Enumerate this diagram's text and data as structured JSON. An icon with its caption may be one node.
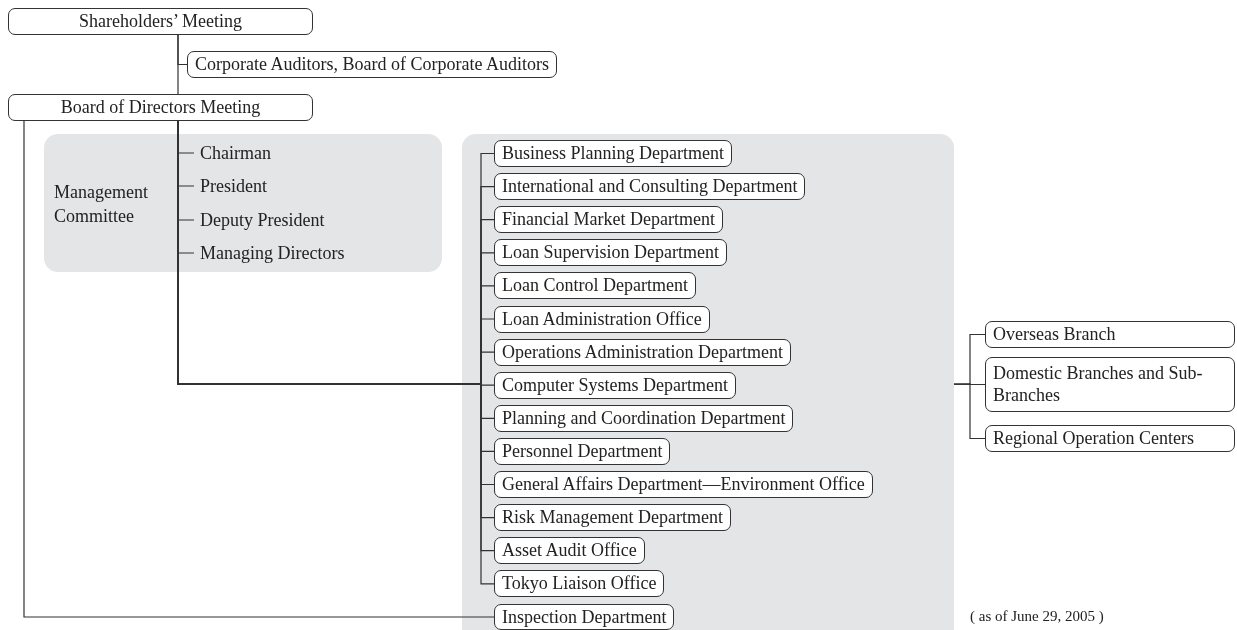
{
  "diagram": {
    "nodes": [
      {
        "text": [
          "Shareholders’ Meeting"
        ]
      },
      {
        "text": [
          "Corporate Auditors, Board of Corporate Auditors"
        ]
      },
      {
        "text": [
          "Board of Directors Meeting"
        ]
      },
      {
        "text": [
          "Management Committee"
        ]
      },
      {
        "text": [
          "Chairman"
        ],
        "in": 3
      },
      {
        "text": [
          "President"
        ],
        "in": 3
      },
      {
        "text": [
          "Deputy President"
        ],
        "in": 3
      },
      {
        "text": [
          "Managing Directors"
        ],
        "in": 3
      },
      {
        "text": [
          "Business Planning Department"
        ]
      },
      {
        "text": [
          "International and Consulting Department"
        ]
      },
      {
        "text": [
          "Financial Market Department"
        ]
      },
      {
        "text": [
          "Loan Supervision Department"
        ]
      },
      {
        "text": [
          "Loan Control Department"
        ]
      },
      {
        "text": [
          "Loan Administration Office"
        ]
      },
      {
        "text": [
          "Operations Administration Department"
        ]
      },
      {
        "text": [
          "Computer Systems Department"
        ]
      },
      {
        "text": [
          "Planning and Coordination Department"
        ]
      },
      {
        "text": [
          "Personnel Department"
        ]
      },
      {
        "text": [
          "General Affairs Department—Environment Office"
        ]
      },
      {
        "text": [
          "Risk Management Department"
        ]
      },
      {
        "text": [
          "Asset Audit Office"
        ]
      },
      {
        "text": [
          "Tokyo Liaison Office"
        ]
      },
      {
        "text": [
          "Inspection Department"
        ]
      },
      {
        "text": [
          "Overseas Branch"
        ]
      },
      {
        "text": [
          "Domestic Branches and Sub-Branches"
        ]
      },
      {
        "text": [
          "Regional Operation Centers"
        ]
      }
    ],
    "edges": [
      {
        "from": 0,
        "to": 2,
        "arrow": "none"
      },
      {
        "from": 0,
        "to": 1,
        "arrow": "none"
      },
      {
        "from": 2,
        "to": 4,
        "arrow": "none"
      },
      {
        "from": 2,
        "to": 5,
        "arrow": "none"
      },
      {
        "from": 2,
        "to": 6,
        "arrow": "none"
      },
      {
        "from": 2,
        "to": 7,
        "arrow": "none"
      },
      {
        "from": 2,
        "to": 8,
        "arrow": "none"
      },
      {
        "from": 2,
        "to": 9,
        "arrow": "none"
      },
      {
        "from": 2,
        "to": 10,
        "arrow": "none"
      },
      {
        "from": 2,
        "to": 11,
        "arrow": "none"
      },
      {
        "from": 2,
        "to": 12,
        "arrow": "none"
      },
      {
        "from": 2,
        "to": 13,
        "arrow": "none"
      },
      {
        "from": 2,
        "to": 14,
        "arrow": "none"
      },
      {
        "from": 2,
        "to": 15,
        "arrow": "none"
      },
      {
        "from": 2,
        "to": 16,
        "arrow": "none"
      },
      {
        "from": 2,
        "to": 17,
        "arrow": "none"
      },
      {
        "from": 2,
        "to": 18,
        "arrow": "none"
      },
      {
        "from": 2,
        "to": 19,
        "arrow": "none"
      },
      {
        "from": 2,
        "to": 20,
        "arrow": "none"
      },
      {
        "from": 2,
        "to": 21,
        "arrow": "none"
      },
      {
        "from": 2,
        "to": 22,
        "arrow": "none"
      },
      {
        "from": 15,
        "to": 23,
        "arrow": "none"
      },
      {
        "from": 15,
        "to": 24,
        "arrow": "none"
      },
      {
        "from": 15,
        "to": 25,
        "arrow": "none"
      }
    ],
    "labels": [
      "( as of June 29, 2005 )"
    ]
  }
}
